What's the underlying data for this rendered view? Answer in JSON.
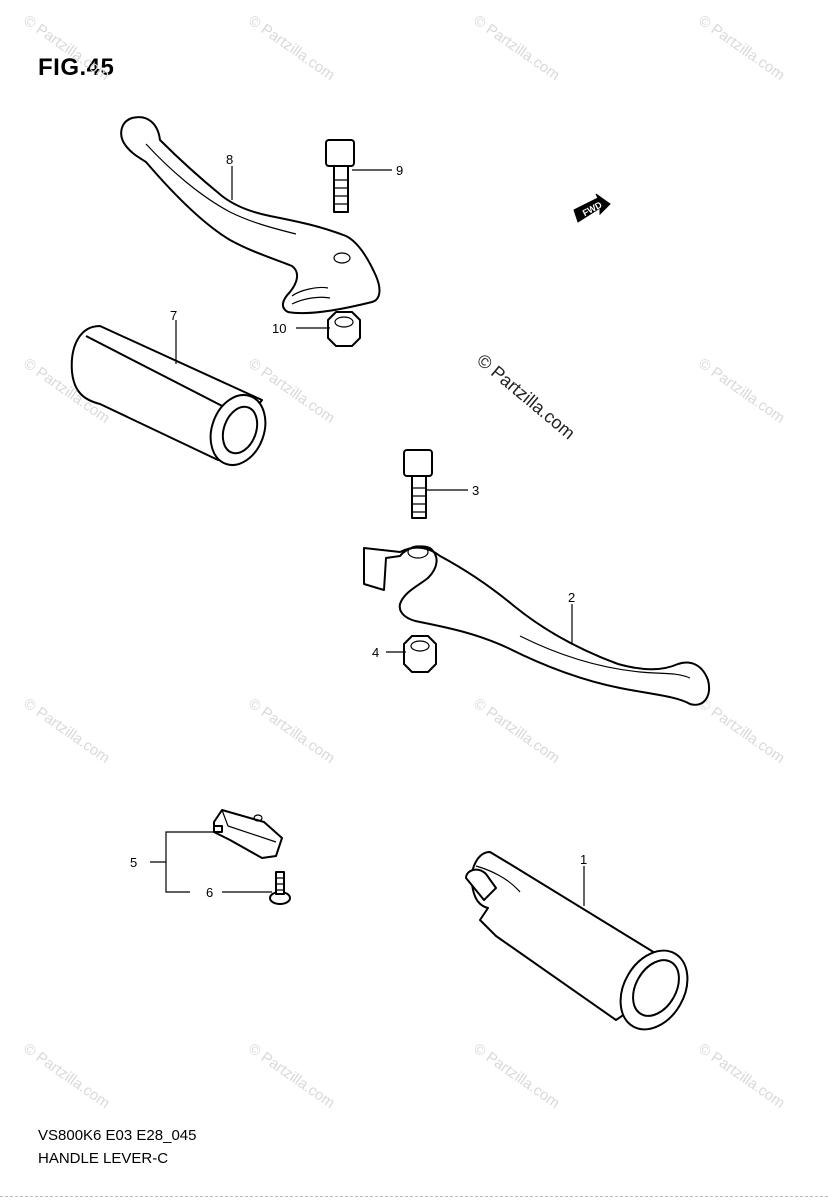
{
  "figure": {
    "title": "FIG.45",
    "model_code": "VS800K6 E03 E28_045",
    "name": "HANDLE LEVER-C"
  },
  "watermark": {
    "text": "© Partzilla.com",
    "prominent": "© Partzilla.com"
  },
  "fwd_label": "FWD",
  "callouts": {
    "c1": "1",
    "c2": "2",
    "c3": "3",
    "c4": "4",
    "c5": "5",
    "c6": "6",
    "c7": "7",
    "c8": "8",
    "c9": "9",
    "c10": "10"
  },
  "colors": {
    "line": "#000000",
    "background": "#ffffff",
    "watermark": "#d9d9d9"
  }
}
